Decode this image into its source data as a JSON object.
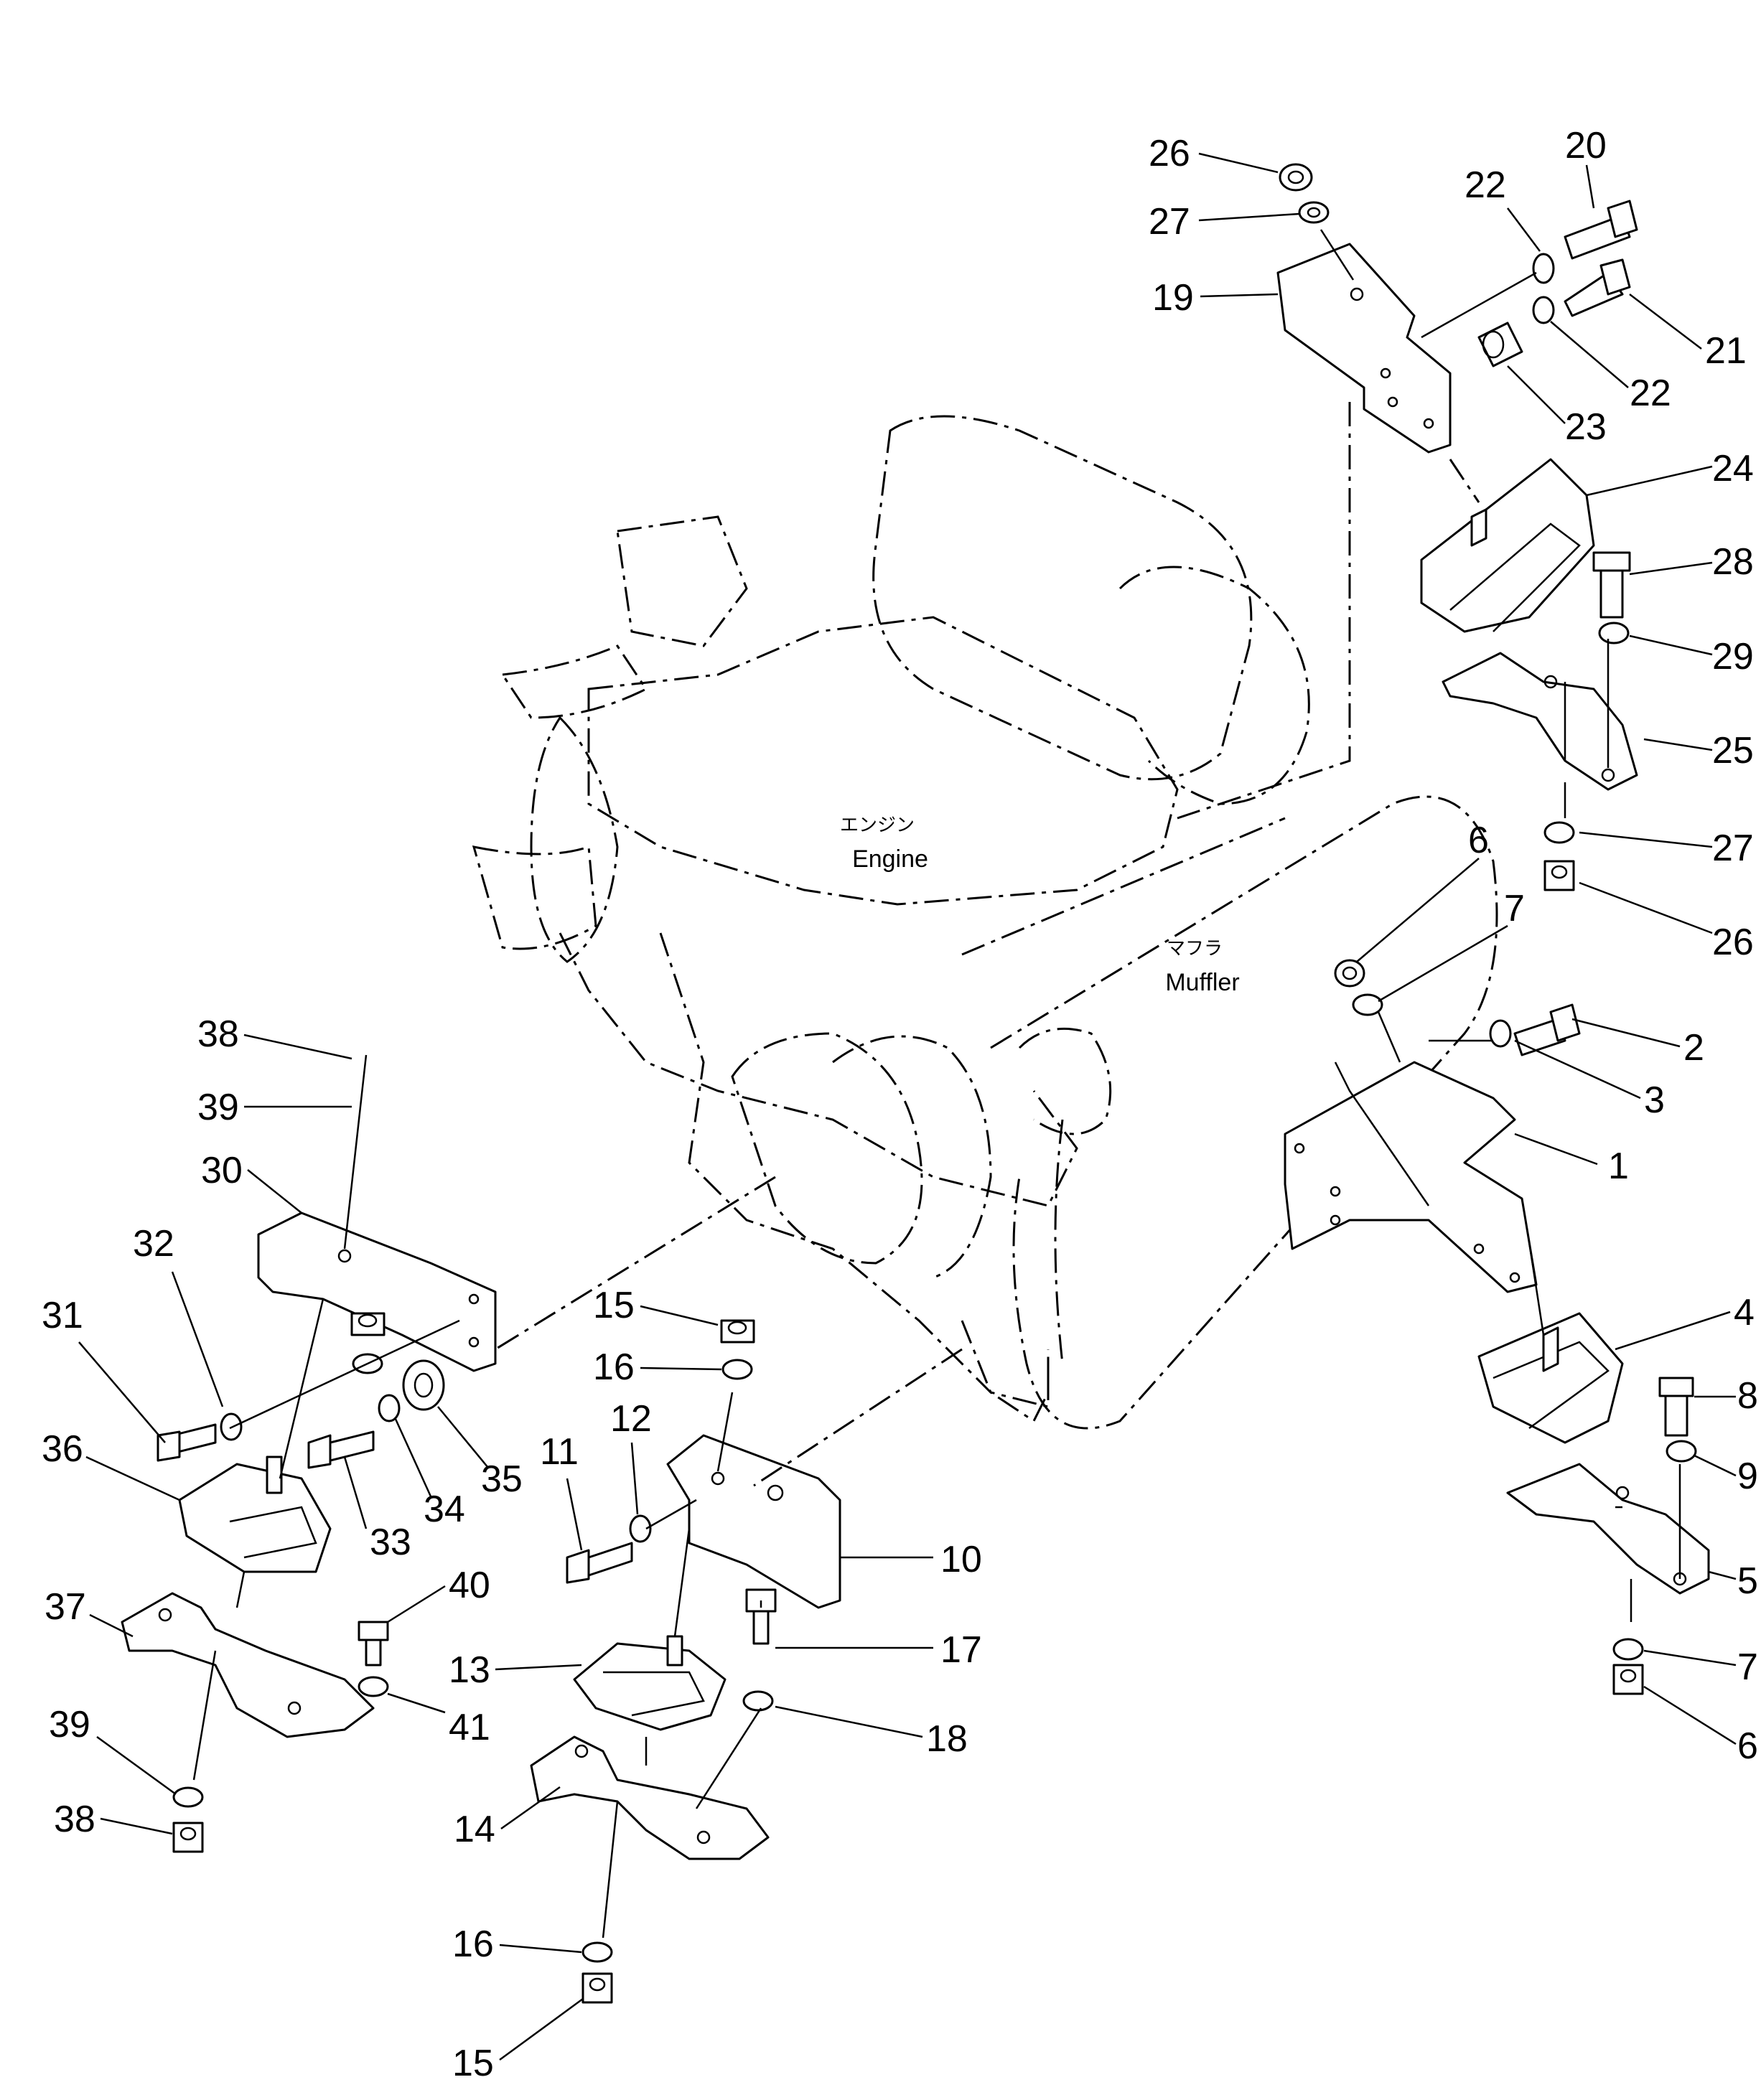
{
  "components": {
    "engine": {
      "label_jp": "エンジン",
      "label_en": "Engine"
    },
    "muffler": {
      "label_jp": "マフラ",
      "label_en": "Muffler"
    }
  },
  "callouts": [
    "26",
    "27",
    "19",
    "22",
    "20",
    "21",
    "22",
    "23",
    "24",
    "28",
    "29",
    "25",
    "27",
    "26",
    "6",
    "7",
    "2",
    "3",
    "1",
    "4",
    "8",
    "9",
    "5",
    "7",
    "6",
    "38",
    "39",
    "30",
    "32",
    "31",
    "36",
    "37",
    "39",
    "38",
    "33",
    "34",
    "35",
    "40",
    "41",
    "15",
    "16",
    "12",
    "11",
    "10",
    "13",
    "17",
    "18",
    "14",
    "16",
    "15"
  ]
}
